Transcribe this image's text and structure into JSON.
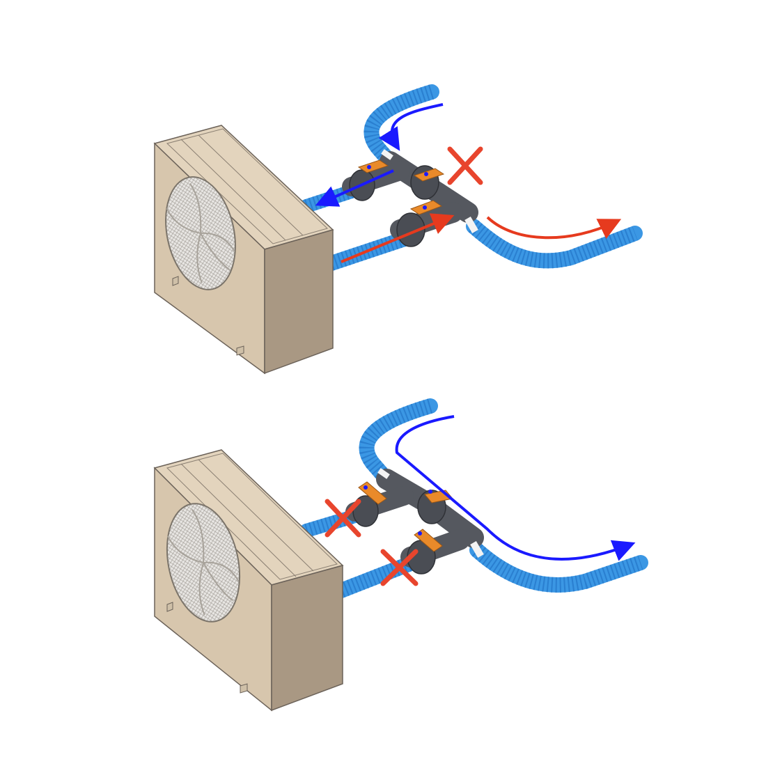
{
  "diagram": {
    "panels": [
      {
        "id": "heating-mode",
        "unit": "heat-pump-unit",
        "valves": {
          "bypass_valve": "closed",
          "inlet_valve": "open",
          "outlet_valve": "open"
        },
        "flow": [
          {
            "name": "cold-water-in",
            "color": "#1a1aff"
          },
          {
            "name": "warm-water-out",
            "color": "#e63a1e"
          }
        ]
      },
      {
        "id": "bypass-mode",
        "unit": "heat-pump-unit",
        "valves": {
          "bypass_valve": "open",
          "inlet_valve": "closed",
          "outlet_valve": "closed"
        },
        "flow": [
          {
            "name": "water-bypass",
            "color": "#1a1aff"
          }
        ]
      }
    ],
    "colors": {
      "hose": "#3b97e4",
      "hose_dark": "#1f6fbf",
      "unit_body": "#dccbb2",
      "unit_side": "#c4b199",
      "fitting": "#55585f",
      "valve_handle": "#e98a2a",
      "flow_cold": "#1a1aff",
      "flow_warm": "#e63a1e",
      "closed_mark": "#e8452d"
    }
  }
}
